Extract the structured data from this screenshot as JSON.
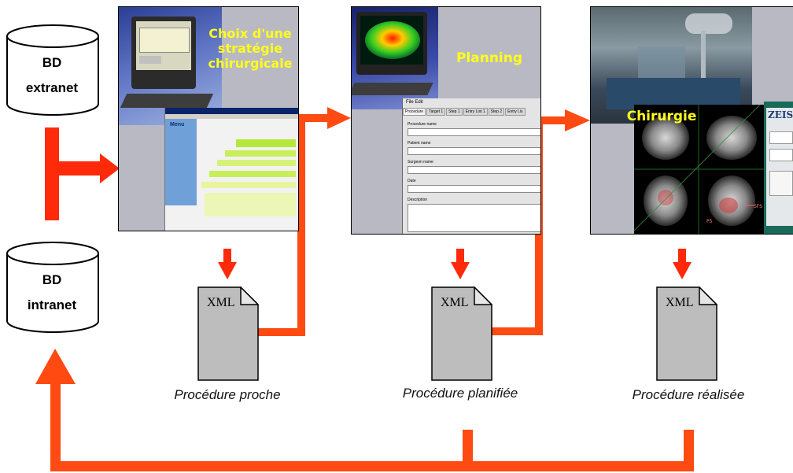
{
  "databases": [
    {
      "line1": "BD",
      "line2": "extranet"
    },
    {
      "line1": "BD",
      "line2": "intranet"
    }
  ],
  "panels": {
    "strategy": {
      "title": "Choix d'une stratégie chirurgicale",
      "menu": "Menu"
    },
    "planning": {
      "title": "Planning",
      "menubar": "File  Edit",
      "tabs": [
        "Procedure",
        "Target 1",
        "Step 1",
        "Entry List 1",
        "Step 2",
        "Entry Lis"
      ],
      "fields": [
        "Procedure name",
        "Patient name",
        "Surgeon name",
        "Date",
        "Description"
      ]
    },
    "surgery": {
      "title": "Chirurgie",
      "brand": "ZEIS",
      "labels": [
        "SFS",
        "P5"
      ]
    }
  },
  "documents": [
    {
      "label": "XML",
      "caption": "Procédure proche"
    },
    {
      "label": "XML",
      "caption": "Procédure planifiée"
    },
    {
      "label": "XML",
      "caption": "Procédure réalisée"
    }
  ],
  "colors": {
    "arrow": "#ff2a0a",
    "arrow_orange": "#ff4a12",
    "title_yellow": "#ffff1a",
    "doc_gray": "#bdbdbd"
  }
}
